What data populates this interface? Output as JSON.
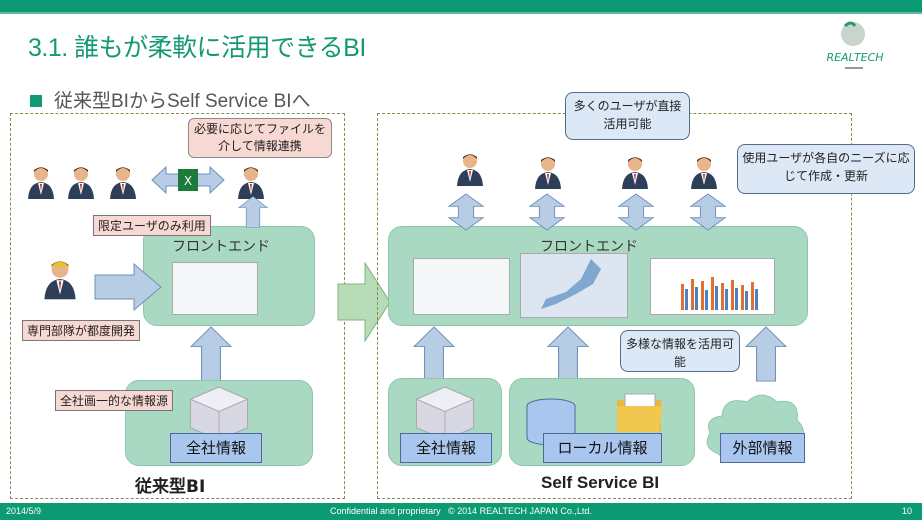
{
  "header": {
    "title": "3.1. 誰もが柔軟に活用できるBI",
    "logo_text": "REALTECH"
  },
  "subtitle": "従来型BIからSelf Service BIへ",
  "left": {
    "section_label": "従来型BI",
    "frontend_label": "フロントエンド",
    "callout_file": "必要に応じてファイルを介して情報連携",
    "tag_limited": "限定ユーザのみ利用",
    "tag_dev": "専門部隊が都度開発",
    "tag_source": "全社画一的な情報源",
    "info_label": "全社情報"
  },
  "right": {
    "section_label": "Self Service BI",
    "frontend_label": "フロントエンド",
    "callout_many": "多くのユーザが直接活用可能",
    "callout_update": "使用ユーザが各自のニーズに応じて作成・更新",
    "callout_various": "多様な情報を活用可能",
    "info_company": "全社情報",
    "info_local": "ローカル情報",
    "info_external": "外部情報"
  },
  "footer": {
    "date": "2014/5/9",
    "confidential": "Confidential and proprietary",
    "copyright": "© 2014 REALTECH JAPAN Co.,Ltd.",
    "page": "10"
  },
  "colors": {
    "brand": "#0c9a72",
    "frontend_box": "#a9d9c2",
    "info_box": "#a8c6ee",
    "arrow": "#b7cde6"
  }
}
